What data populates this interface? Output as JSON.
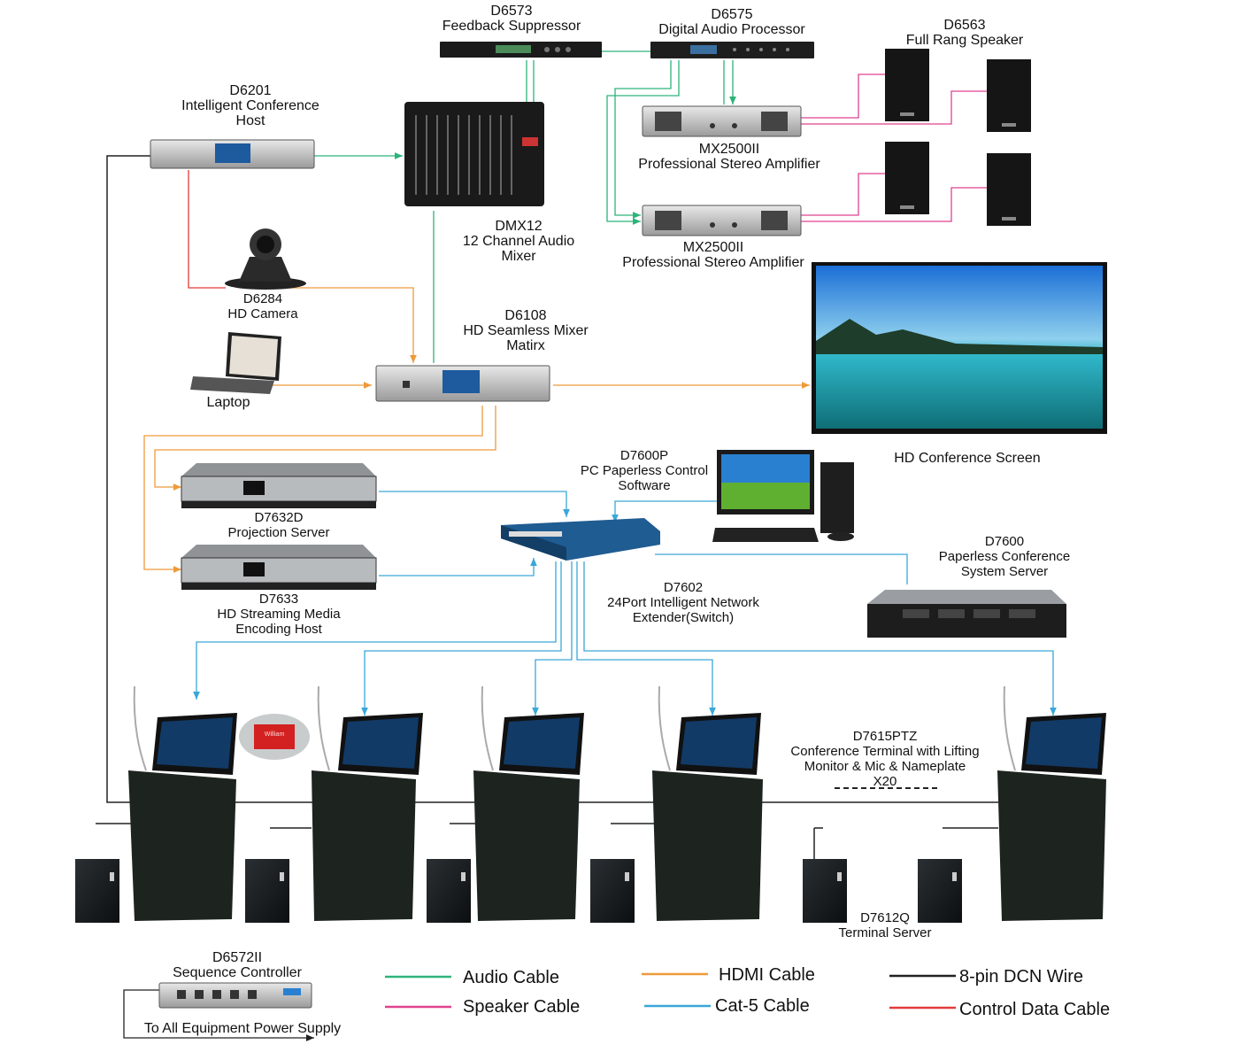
{
  "devices": {
    "feedback": {
      "model": "D6573",
      "name": "Feedback Suppressor"
    },
    "dap": {
      "model": "D6575",
      "name": "Digital Audio Processor"
    },
    "speaker": {
      "model": "D6563",
      "name": "Full Rang Speaker"
    },
    "host": {
      "model": "D6201",
      "line1": "Intelligent Conference",
      "line2": "Host"
    },
    "amp1": {
      "model": "MX2500II",
      "name": "Professional Stereo Amplifier"
    },
    "amp2": {
      "model": "MX2500II",
      "name": "Professional Stereo Amplifier"
    },
    "mixer": {
      "model": "DMX12",
      "line1": "12 Channel Audio",
      "line2": "Mixer"
    },
    "camera": {
      "model": "D6284",
      "name": "HD Camera"
    },
    "matrix": {
      "model": "D6108",
      "line1": "HD Seamless Mixer",
      "line2": "Matirx"
    },
    "laptop": {
      "name": "Laptop"
    },
    "screen": {
      "name": "HD Conference Screen"
    },
    "pc": {
      "model": "D7600P",
      "line1": "PC Paperless Control",
      "line2": "Software"
    },
    "projection": {
      "model": "D7632D",
      "name": "Projection Server"
    },
    "streaming": {
      "model": "D7633",
      "line1": "HD Streaming Media",
      "line2": "Encoding Host"
    },
    "switch": {
      "model": "D7602",
      "line1": "24Port Intelligent Network",
      "line2": "Extender(Switch)"
    },
    "server": {
      "model": "D7600",
      "line1": "Paperless Conference",
      "line2": "System Server"
    },
    "terminal": {
      "model": "D7615PTZ",
      "line1": "Conference Terminal with Lifting",
      "line2": "Monitor & Mic & Nameplate",
      "line3": "X20"
    },
    "termserver": {
      "model": "D7612Q",
      "name": "Terminal Server"
    },
    "sequence": {
      "model": "D6572II",
      "name": "Sequence Controller",
      "power": "To All Equipment Power Supply"
    },
    "nameplate": {
      "text": "William"
    }
  },
  "legend": {
    "audio": "Audio Cable",
    "speaker": "Speaker Cable",
    "hdmi": "HDMI Cable",
    "cat5": "Cat-5 Cable",
    "dcn": "8-pin DCN Wire",
    "control": "Control Data Cable"
  },
  "colors": {
    "audio": "#2db37a",
    "speaker": "#e0428f",
    "hdmi": "#ee9a3a",
    "cat5": "#3aa7d8",
    "dcn": "#222222",
    "control": "#e23b3b"
  }
}
